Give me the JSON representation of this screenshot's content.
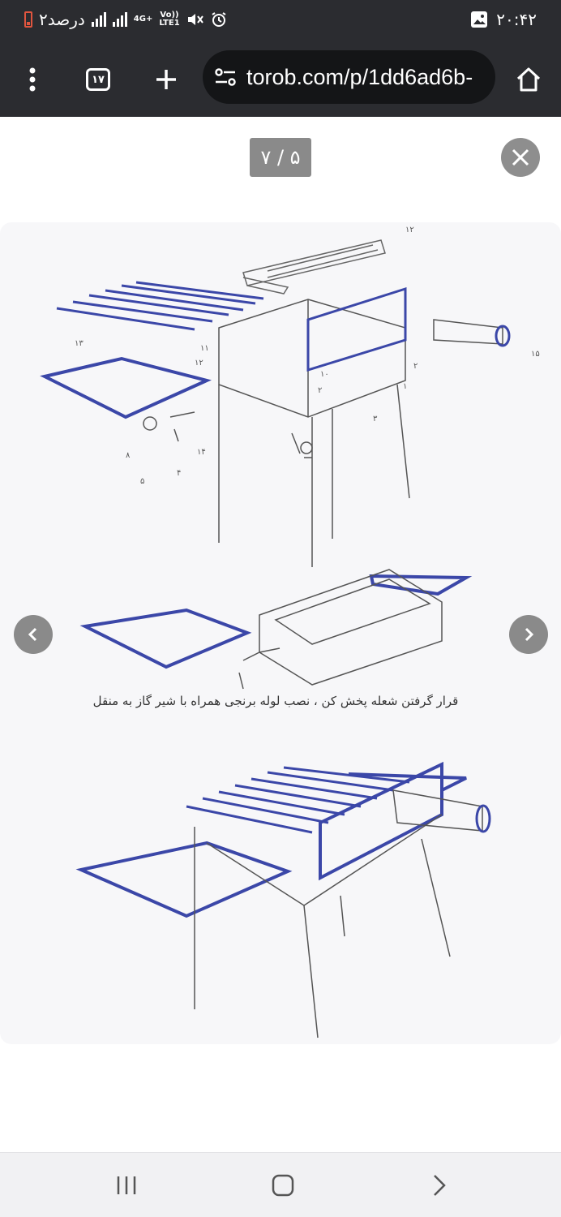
{
  "status_bar": {
    "time": "۲۰:۴۲",
    "battery_text": "۲درصد",
    "network_1": "4G+",
    "network_2": "Vo))",
    "network_3": "LTE1"
  },
  "browser": {
    "tab_count": "۱۷",
    "url": "torob.com/p/1dd6ad6b-"
  },
  "viewer": {
    "counter": "۷ / ۵",
    "caption": "قرار گرفتن شعله پخش کن ، نصب لوله برنجی همراه با شیر گاز به منقل",
    "part_numbers": [
      "۱۳",
      "۱۲",
      "۱۱",
      "۱۲",
      "۱۰",
      "۱۵",
      "۲",
      "۱",
      "۲",
      "۳",
      "۸",
      "۵",
      "۴",
      "۱۴"
    ]
  },
  "colors": {
    "bar_bg": "#2b2c30",
    "diagram_blue": "#3b47a8"
  }
}
